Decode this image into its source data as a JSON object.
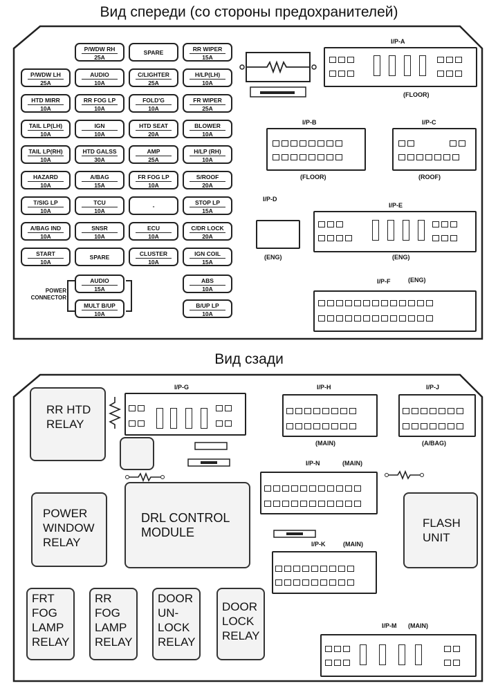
{
  "titles": {
    "front": "Вид спереди (со стороны предохранителей)",
    "rear": "Вид сзади"
  },
  "fuses": [
    {
      "n": "P/WDW RH",
      "a": "25A"
    },
    {
      "n": "SPARE",
      "a": ""
    },
    {
      "n": "RR WIPER",
      "a": "15A"
    },
    {
      "n": "P/WDW LH",
      "a": "25A"
    },
    {
      "n": "AUDIO",
      "a": "10A"
    },
    {
      "n": "C/LIGHTER",
      "a": "25A"
    },
    {
      "n": "H/LP(LH)",
      "a": "10A"
    },
    {
      "n": "HTD MIRR",
      "a": "10A"
    },
    {
      "n": "RR FOG LP",
      "a": "10A"
    },
    {
      "n": "FOLD'G",
      "a": "10A"
    },
    {
      "n": "FR WIPER",
      "a": "25A"
    },
    {
      "n": "TAIL LP(LH)",
      "a": "10A"
    },
    {
      "n": "IGN",
      "a": "10A"
    },
    {
      "n": "HTD SEAT",
      "a": "20A"
    },
    {
      "n": "BLOWER",
      "a": "10A"
    },
    {
      "n": "TAIL LP(RH)",
      "a": "10A"
    },
    {
      "n": "HTD GALSS",
      "a": "30A"
    },
    {
      "n": "AMP",
      "a": "25A"
    },
    {
      "n": "H/LP (RH)",
      "a": "10A"
    },
    {
      "n": "HAZARD",
      "a": "10A"
    },
    {
      "n": "A/BAG",
      "a": "15A"
    },
    {
      "n": "FR FOG LP",
      "a": "10A"
    },
    {
      "n": "S/ROOF",
      "a": "20A"
    },
    {
      "n": "T/SIG LP",
      "a": "10A"
    },
    {
      "n": "TCU",
      "a": "10A"
    },
    {
      "n": "-",
      "a": ""
    },
    {
      "n": "STOP LP",
      "a": "15A"
    },
    {
      "n": "A/BAG IND",
      "a": "10A"
    },
    {
      "n": "SNSR",
      "a": "10A"
    },
    {
      "n": "ECU",
      "a": "10A"
    },
    {
      "n": "C/DR LOCK",
      "a": "20A"
    },
    {
      "n": "START",
      "a": "10A"
    },
    {
      "n": "SPARE",
      "a": ""
    },
    {
      "n": "CLUSTER",
      "a": "10A"
    },
    {
      "n": "IGN COIL",
      "a": "15A"
    },
    {
      "n": "AUDIO",
      "a": "15A"
    },
    {
      "n": "ABS",
      "a": "10A"
    },
    {
      "n": "MULT B/UP",
      "a": "10A"
    },
    {
      "n": "B/UP LP",
      "a": "10A"
    }
  ],
  "power_connector": "POWER\nCONNECTOR",
  "connectors": {
    "ipa": {
      "name": "I/P-A",
      "sub": "(FLOOR)"
    },
    "ipb": {
      "name": "I/P-B",
      "sub": "(FLOOR)"
    },
    "ipc": {
      "name": "I/P-C",
      "sub": "(ROOF)"
    },
    "ipd": {
      "name": "I/P-D",
      "sub": "(ENG)"
    },
    "ipe": {
      "name": "I/P-E",
      "sub": "(ENG)"
    },
    "ipf": {
      "name": "I/P-F",
      "sub": "(ENG)"
    },
    "ipg": {
      "name": "I/P-G",
      "sub": ""
    },
    "iph": {
      "name": "I/P-H",
      "sub": "(MAIN)"
    },
    "ipj": {
      "name": "I/P-J",
      "sub": "(A/BAG)"
    },
    "ipn": {
      "name": "I/P-N",
      "sub": "(MAIN)"
    },
    "ipk": {
      "name": "I/P-K",
      "sub": "(MAIN)"
    },
    "ipm": {
      "name": "I/P-M",
      "sub": "(MAIN)"
    }
  },
  "relays": {
    "rr_htd": "RR HTD\nRELAY",
    "power_window": "POWER\nWINDOW\nRELAY",
    "drl": "DRL CONTROL\nMODULE",
    "flash": "FLASH\nUNIT",
    "frt_fog": "FRT\nFOG\nLAMP\nRELAY",
    "rr_fog": "RR\nFOG\nLAMP\nRELAY",
    "door_unlock": "DOOR\nUN-\nLOCK\nRELAY",
    "door_lock": "DOOR\nLOCK\nRELAY"
  }
}
